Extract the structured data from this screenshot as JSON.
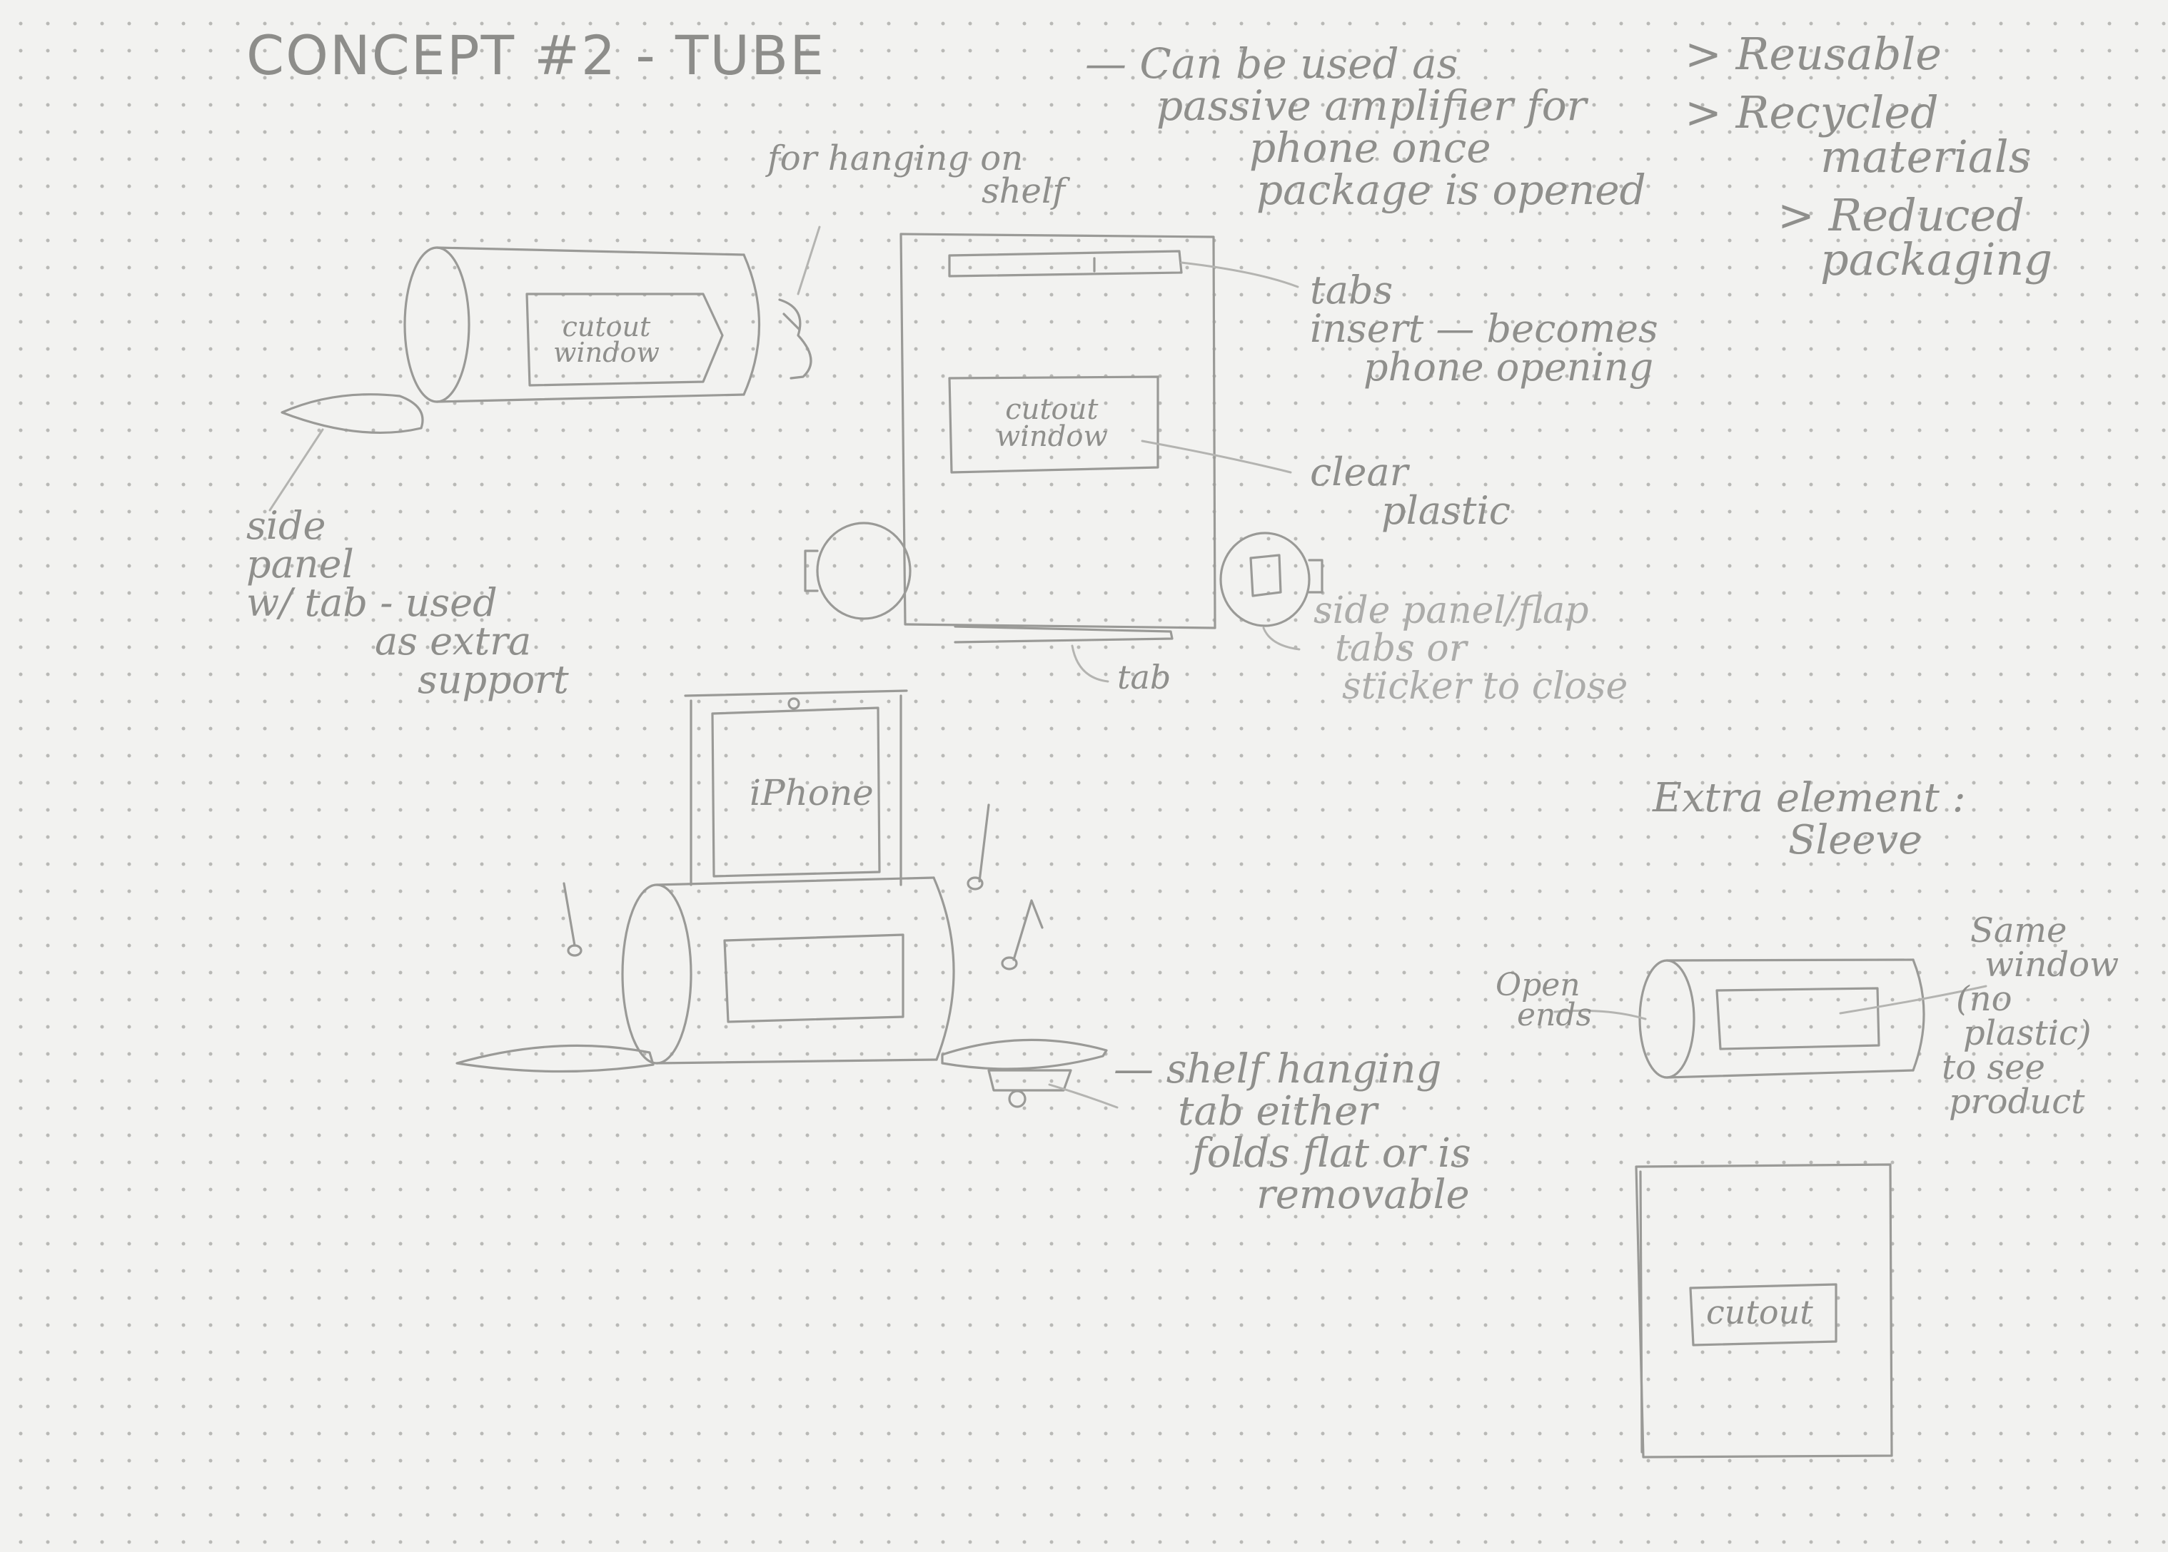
{
  "title": "CONCEPT #2 - TUBE",
  "notes": {
    "amplifier": [
      "— Can be used as",
      "passive amplifier for",
      "phone once",
      "package is opened"
    ],
    "benefits": [
      "> Reusable",
      "> Recycled",
      "materials",
      "> Reduced",
      "packaging"
    ],
    "shelf_tab_top": [
      "for hanging on",
      "shelf"
    ],
    "cutout_window": [
      "cutout",
      "window"
    ],
    "tabs_insert": [
      "tabs",
      "insert — becomes",
      "phone opening"
    ],
    "clear_plastic": [
      "clear",
      "plastic"
    ],
    "side_panel_flap": [
      "side panel/flap",
      "tabs or",
      "sticker to close"
    ],
    "tab_bottom": "tab",
    "side_panel_tab": [
      "side",
      "panel",
      "w/ tab - used",
      "as extra",
      "support"
    ],
    "iphone": "iPhone",
    "shelf_hanging": [
      "— shelf hanging",
      "tab either",
      "folds flat or is",
      "removable"
    ],
    "extra_element": [
      "Extra element :",
      "Sleeve"
    ],
    "open_ends": [
      "Open",
      "ends"
    ],
    "same_window": [
      "Same",
      "window",
      "(no",
      "plastic)",
      "to see",
      "product"
    ],
    "cutout": "cutout"
  },
  "colors": {
    "paper": "#f2f2f0",
    "dot_grid": "#b9b9b6",
    "pencil": "#9a9a97",
    "pencil_light": "#b4b4b1"
  }
}
